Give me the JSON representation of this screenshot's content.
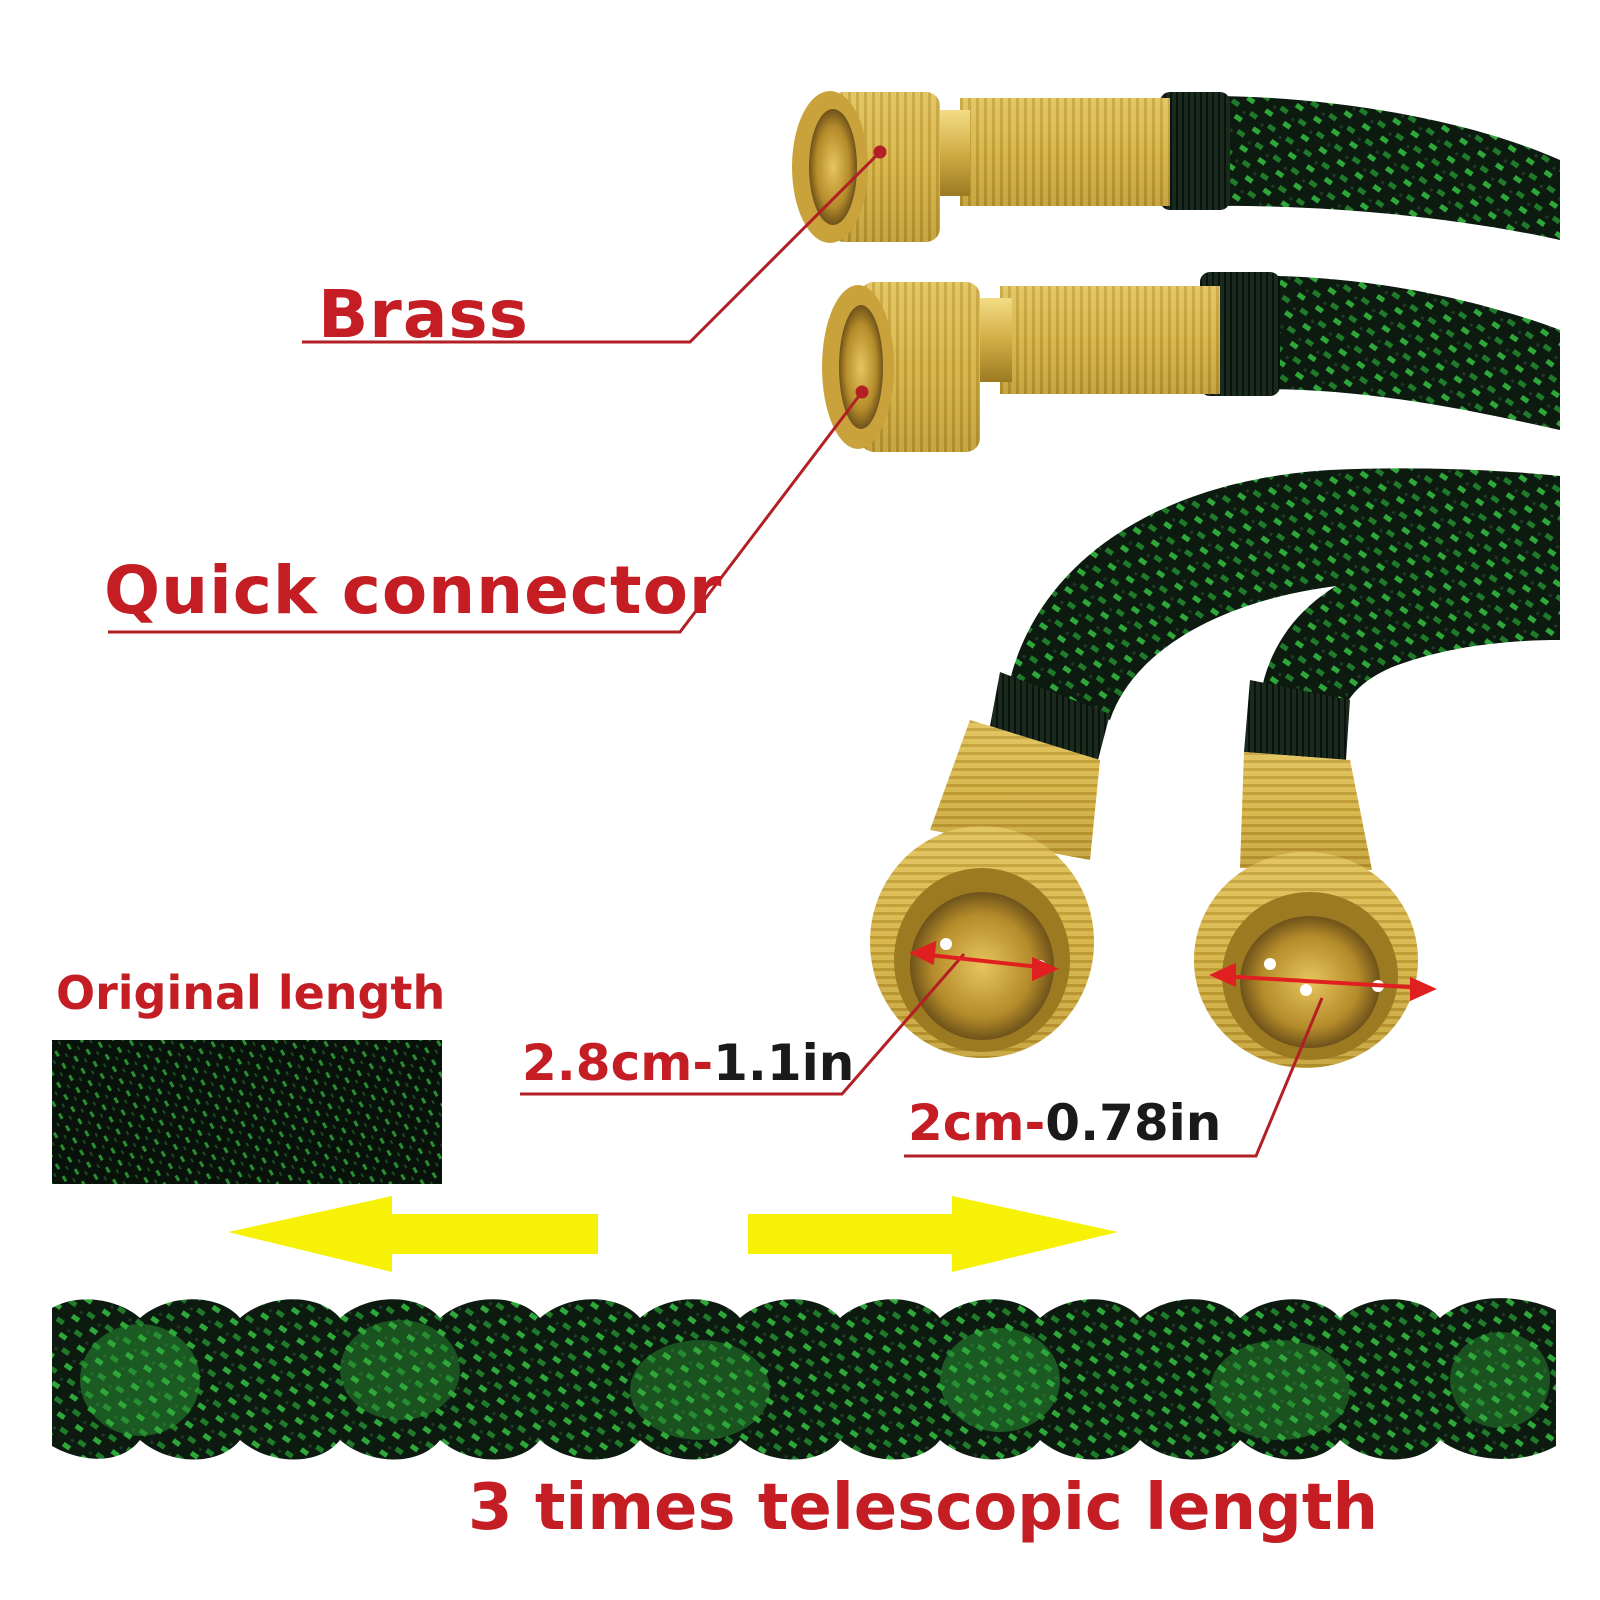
{
  "labels": {
    "brass": "Brass",
    "quick_connector": "Quick connector",
    "original_length": "Original length",
    "dim_large_metric": "2.8cm-",
    "dim_large_imperial": "1.1in",
    "dim_small_metric": "2cm-",
    "dim_small_imperial": "0.78in",
    "telescopic_length": "3 times telescopic length"
  },
  "colors": {
    "label_red": "#c41e24",
    "hose_black": "#0c1a10",
    "hose_green": "#2fa83a",
    "brass": "#d9b84f",
    "arrow_yellow": "#f7f205"
  }
}
